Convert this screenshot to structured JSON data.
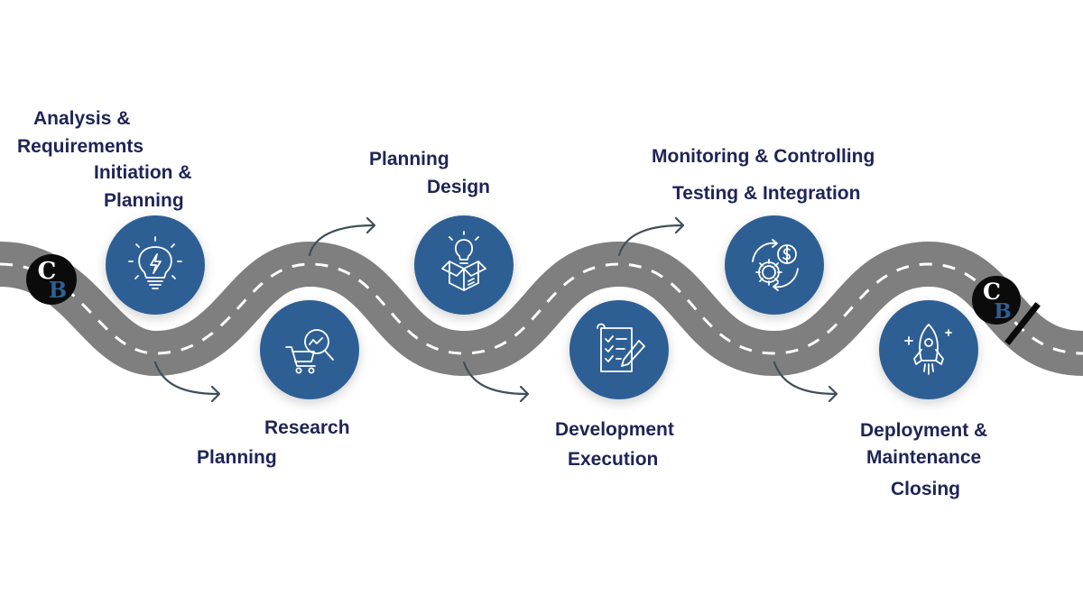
{
  "colors": {
    "road": "#7f7f7f",
    "road_dash": "#ffffff",
    "circle": "#2f5e94",
    "text": "#1f2456",
    "arrow": "#3f4f58",
    "logo": "#0b0b0b",
    "logo_letter_b": "#2f5e94"
  },
  "logo": {
    "letter_c": "C",
    "letter_b": "B"
  },
  "stages": [
    {
      "icon": "lightbulb-bolt-icon",
      "labels": [
        "Analysis &",
        "Requirements",
        "Initiation &",
        "Planning"
      ]
    },
    {
      "icon": "cart-search-icon",
      "labels": [
        "Research",
        "Planning"
      ]
    },
    {
      "icon": "box-bulb-icon",
      "labels": [
        "Planning",
        "Design"
      ]
    },
    {
      "icon": "checklist-pen-icon",
      "labels": [
        "Development",
        "Execution"
      ]
    },
    {
      "icon": "gear-dollar-icon",
      "labels": [
        "Monitoring & Controlling",
        "Testing & Integration"
      ]
    },
    {
      "icon": "rocket-icon",
      "labels": [
        "Deployment &",
        "Maintenance",
        "Closing"
      ]
    }
  ]
}
